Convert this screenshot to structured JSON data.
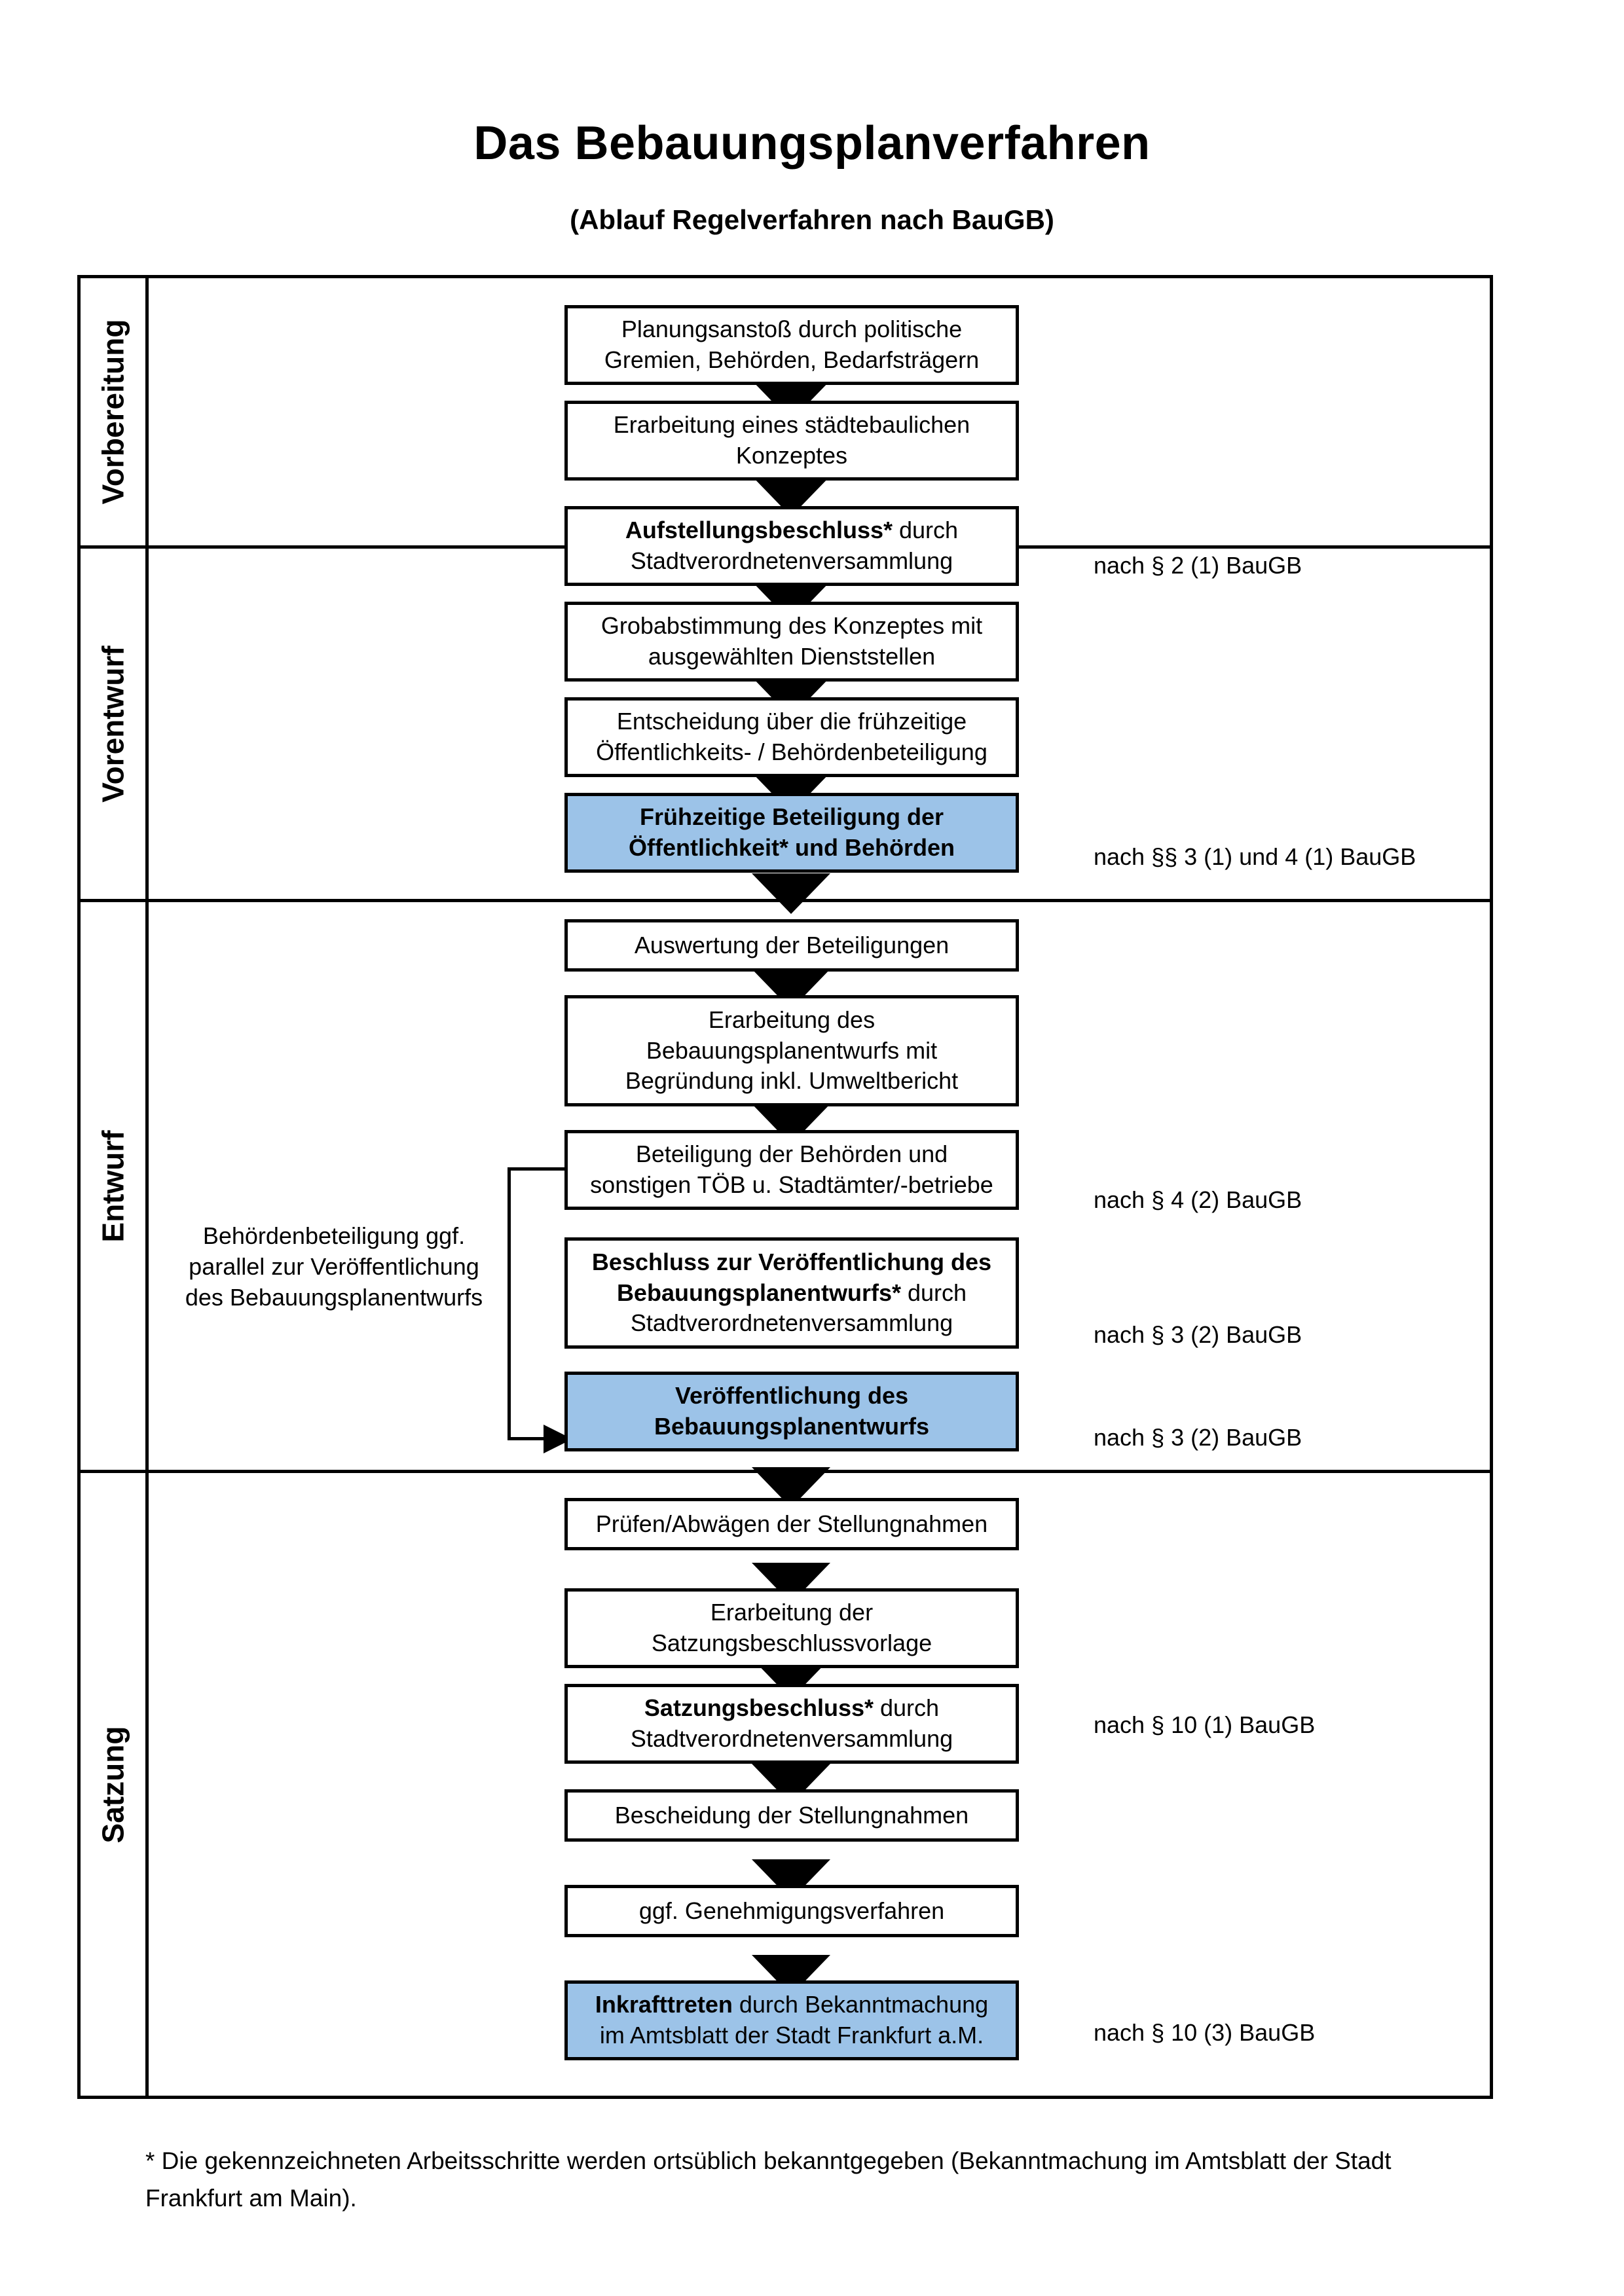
{
  "header": {
    "title": "Das Bebauungsplanverfahren",
    "subtitle": "(Ablauf Regelverfahren nach BauGB)"
  },
  "phases": [
    {
      "label": "Vorbereitung"
    },
    {
      "label": "Vorentwurf"
    },
    {
      "label": "Entwurf"
    },
    {
      "label": "Satzung"
    }
  ],
  "steps": [
    {
      "id": "planungsanstoss",
      "phase": "Vorbereitung",
      "highlight": false,
      "lines": [
        "Planungsanstoß durch politische",
        "Gremien, Behörden, Bedarfsträgern"
      ]
    },
    {
      "id": "staedtebau-konzept",
      "phase": "Vorbereitung",
      "highlight": false,
      "lines": [
        "Erarbeitung eines städtebaulichen",
        "Konzeptes"
      ]
    },
    {
      "id": "aufstellungsbeschluss",
      "phase": "Vorbereitung",
      "highlight": false,
      "bold_prefix": "Aufstellungsbeschluss*",
      "lines": [
        "Aufstellungsbeschluss* durch",
        "Stadtverordnetenversammlung"
      ]
    },
    {
      "id": "grobabstimmung",
      "phase": "Vorentwurf",
      "highlight": false,
      "lines": [
        "Grobabstimmung des Konzeptes mit",
        "ausgewählten Dienststellen"
      ]
    },
    {
      "id": "entscheidung-fruehzeitige",
      "phase": "Vorentwurf",
      "highlight": false,
      "lines": [
        "Entscheidung über die frühzeitige",
        "Öffentlichkeits- / Behördenbeteiligung"
      ]
    },
    {
      "id": "fruehzeitige-beteiligung",
      "phase": "Vorentwurf",
      "highlight": true,
      "lines": [
        "Frühzeitige Beteiligung der",
        "Öffentlichkeit* und Behörden"
      ]
    },
    {
      "id": "auswertung",
      "phase": "Entwurf",
      "highlight": false,
      "lines": [
        "Auswertung der Beteiligungen"
      ]
    },
    {
      "id": "erarbeitung-entwurf",
      "phase": "Entwurf",
      "highlight": false,
      "lines": [
        "Erarbeitung des",
        "Bebauungsplanentwurfs mit",
        "Begründung inkl. Umweltbericht"
      ]
    },
    {
      "id": "beteiligung-behoerden",
      "phase": "Entwurf",
      "highlight": false,
      "lines": [
        "Beteiligung der Behörden und",
        "sonstigen TÖB u. Stadtämter/-betriebe"
      ]
    },
    {
      "id": "beschluss-veroeffentlichung",
      "phase": "Entwurf",
      "highlight": false,
      "lines": [
        "Beschluss zur Veröffentlichung des",
        "Bebauungsplanentwurfs* durch",
        "Stadtverordnetenversammlung"
      ]
    },
    {
      "id": "veroeffentlichung",
      "phase": "Entwurf",
      "highlight": true,
      "lines": [
        "Veröffentlichung des",
        "Bebauungsplanentwurfs"
      ]
    },
    {
      "id": "pruefen-abwaegen",
      "phase": "Satzung",
      "highlight": false,
      "lines": [
        "Prüfen/Abwägen der Stellungnahmen"
      ]
    },
    {
      "id": "erarbeitung-satzungsvorlage",
      "phase": "Satzung",
      "highlight": false,
      "lines": [
        "Erarbeitung der",
        "Satzungsbeschlussvorlage"
      ]
    },
    {
      "id": "satzungsbeschluss",
      "phase": "Satzung",
      "highlight": false,
      "lines": [
        "Satzungsbeschluss* durch",
        "Stadtverordnetenversammlung"
      ]
    },
    {
      "id": "bescheidung",
      "phase": "Satzung",
      "highlight": false,
      "lines": [
        "Bescheidung der Stellungnahmen"
      ]
    },
    {
      "id": "genehmigungsverfahren",
      "phase": "Satzung",
      "highlight": false,
      "lines": [
        "ggf. Genehmigungsverfahren"
      ]
    },
    {
      "id": "inkrafttreten",
      "phase": "Satzung",
      "highlight": true,
      "lines": [
        "Inkrafttreten durch Bekanntmachung",
        "im Amtsblatt der Stadt Frankfurt a.M."
      ]
    }
  ],
  "legal_notes": [
    {
      "id": "note-1",
      "text": "nach § 2 (1) BauGB"
    },
    {
      "id": "note-2",
      "text": "nach §§ 3 (1) und 4 (1) BauGB"
    },
    {
      "id": "note-3",
      "text": "nach § 4 (2) BauGB"
    },
    {
      "id": "note-4",
      "text": "nach § 3 (2) BauGB"
    },
    {
      "id": "note-5",
      "text": "nach § 3 (2) BauGB"
    },
    {
      "id": "note-6",
      "text": "nach § 10 (1) BauGB"
    },
    {
      "id": "note-7",
      "text": "nach § 10 (3) BauGB"
    }
  ],
  "side_note": {
    "lines": [
      "Behördenbeteiligung",
      "ggf. parallel zur",
      "Veröffentlichung des",
      "Bebauungsplanentwurfs"
    ]
  },
  "footnote": {
    "text": "* Die gekennzeichneten Arbeitsschritte werden ortsüblich bekanntgegeben (Bekanntmachung im Amtsblatt  der Stadt Frankfurt am Main)."
  },
  "colors": {
    "highlight_fill": "#9CC3E8",
    "band_vorbereitung": "#F2F2F2",
    "band_vorentwurf": "#E6E6E6",
    "band_entwurf": "#D9D9D9",
    "band_satzung": "#BFBFBF",
    "stroke": "#000000"
  },
  "step_texts": {
    "s0l0": "Planungsanstoß durch politische",
    "s0l1": "Gremien, Behörden, Bedarfsträgern",
    "s1l0": "Erarbeitung eines städtebaulichen",
    "s1l1": "Konzeptes",
    "s2b": "Aufstellungsbeschluss*",
    "s2l0": " durch",
    "s2l1": "Stadtverordnetenversammlung",
    "s3l0": "Grobabstimmung des Konzeptes mit",
    "s3l1": "ausgewählten Dienststellen",
    "s4l0": "Entscheidung über die frühzeitige",
    "s4l1": "Öffentlichkeits- / Behördenbeteiligung",
    "s5l0": "Frühzeitige Beteiligung der",
    "s5l1": "Öffentlichkeit* und Behörden",
    "s6l0": "Auswertung der Beteiligungen",
    "s7l0": "Erarbeitung des",
    "s7l1": "Bebauungsplanentwurfs mit",
    "s7l2": "Begründung inkl. Umweltbericht",
    "s8l0": "Beteiligung der Behörden und",
    "s8l1": "sonstigen TÖB u. Stadtämter/-betriebe",
    "s9b0": "Beschluss zur Veröffentlichung des",
    "s9b1": "Bebauungsplanentwurfs*",
    "s9l1": " durch",
    "s9l2": "Stadtverordnetenversammlung",
    "s10l0": "Veröffentlichung des",
    "s10l1": "Bebauungsplanentwurfs",
    "s11l0": "Prüfen/Abwägen der Stellungnahmen",
    "s12l0": "Erarbeitung der",
    "s12l1": "Satzungsbeschlussvorlage",
    "s13b": "Satzungsbeschluss*",
    "s13l0": " durch",
    "s13l1": "Stadtverordnetenversammlung",
    "s14l0": "Bescheidung der Stellungnahmen",
    "s15l0": "ggf. Genehmigungsverfahren",
    "s16b": "Inkrafttreten",
    "s16l0": " durch Bekanntmachung",
    "s16l1": "im Amtsblatt der Stadt Frankfurt a.M."
  },
  "side_note_lines": {
    "l0": "Behördenbeteiligung",
    "l1": "ggf. parallel zur",
    "l2": "Veröffentlichung des",
    "l3": "Bebauungsplanentwurfs"
  }
}
